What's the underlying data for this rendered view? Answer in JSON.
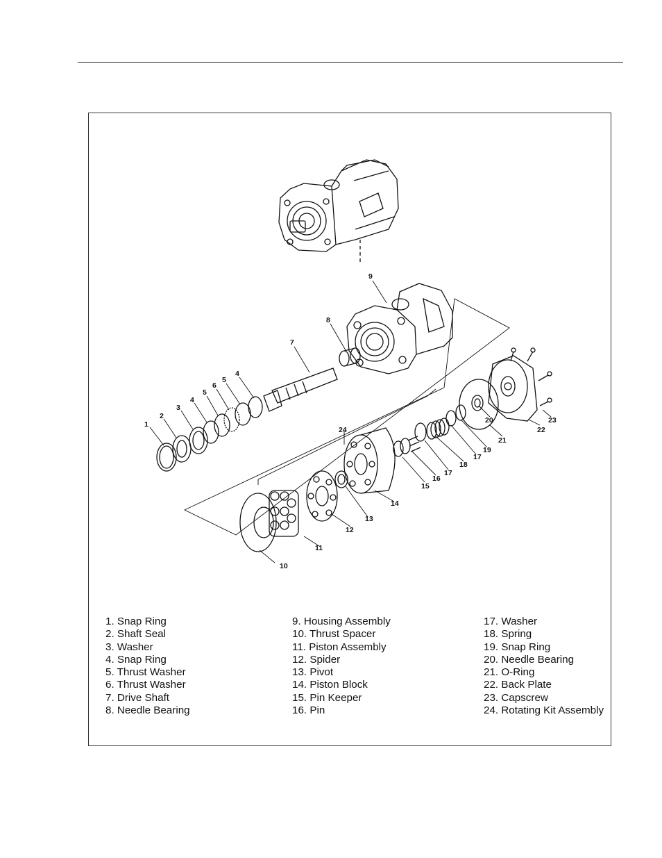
{
  "figure": {
    "callouts": [
      "1",
      "2",
      "3",
      "4",
      "5",
      "6",
      "5",
      "4",
      "7",
      "8",
      "9",
      "24",
      "10",
      "11",
      "12",
      "13",
      "14",
      "15",
      "16",
      "17",
      "18",
      "17",
      "19",
      "20",
      "21",
      "22",
      "23"
    ],
    "legend": {
      "column1": [
        "1. Snap Ring",
        "2. Shaft Seal",
        "3. Washer",
        "4. Snap Ring",
        "5. Thrust Washer",
        "6. Thrust Washer",
        "7. Drive Shaft",
        "8. Needle Bearing"
      ],
      "column2": [
        "9. Housing Assembly",
        "10. Thrust Spacer",
        "11. Piston Assembly",
        "12. Spider",
        "13. Pivot",
        "14. Piston Block",
        "15. Pin Keeper",
        "16. Pin"
      ],
      "column3": [
        "17. Washer",
        "18. Spring",
        "19. Snap Ring",
        "20. Needle Bearing",
        "21. O-Ring",
        "22. Back Plate",
        "23. Capscrew",
        "24. Rotating Kit Assembly"
      ]
    }
  }
}
